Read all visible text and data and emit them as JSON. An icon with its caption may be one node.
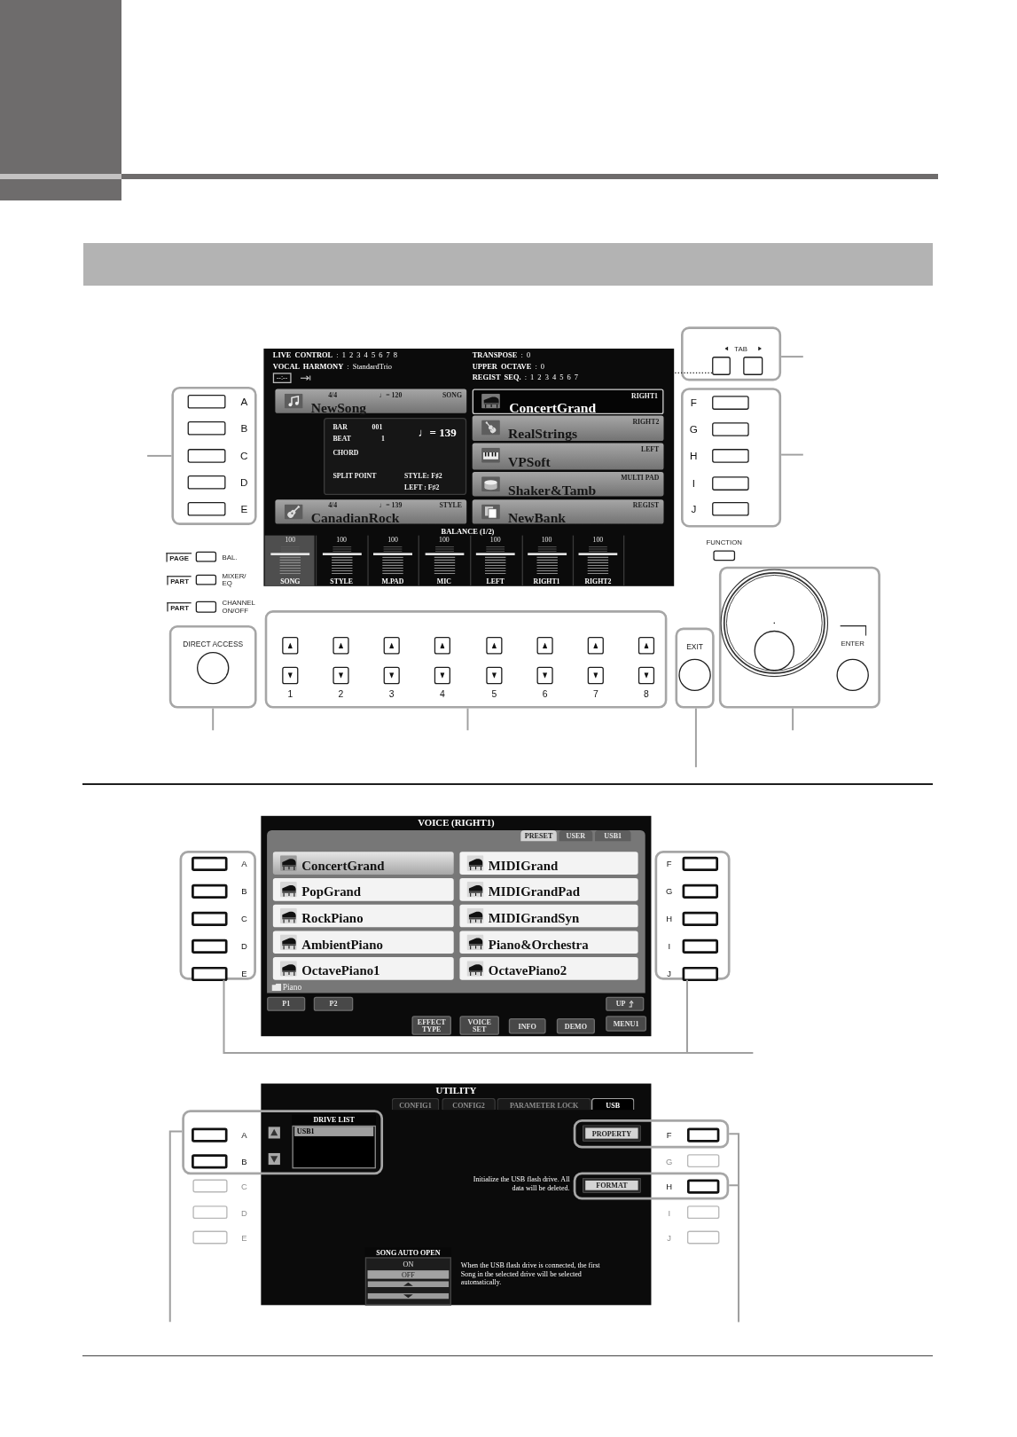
{
  "diagram": {
    "nodes": [
      {
        "text": [],
        "shape": "bar"
      },
      {
        "text": [],
        "shape": "box"
      },
      {
        "text": [
          "4/4",
          "♩= 120",
          "SONG",
          "NewSong"
        ],
        "in": 1
      },
      {
        "text": [
          "BAR",
          "001",
          "BEAT",
          "1",
          "♩= 139",
          "CHORD",
          "SPLIT POINT",
          "STYLE: F♯2",
          "LEFT : F♯2"
        ],
        "in": 1
      },
      {
        "text": [
          "4/4",
          "♩= 139",
          "STYLE",
          "CanadianRock"
        ],
        "in": 1
      },
      {
        "text": [
          "RIGHT1",
          "ConcertGrand"
        ],
        "in": 1
      },
      {
        "text": [
          "RIGHT2",
          "RealStrings"
        ],
        "in": 1
      },
      {
        "text": [
          "LEFT",
          "VPSoft"
        ],
        "in": 1
      },
      {
        "text": [
          "MULTI PAD",
          "Shaker&Tamb"
        ],
        "in": 1
      },
      {
        "text": [
          "REGIST",
          "NewBank"
        ],
        "in": 1
      },
      {
        "text": [],
        "shape": "box"
      },
      {
        "text": [],
        "shape": "box",
        "beside": [
          "A"
        ],
        "in": 10
      },
      {
        "text": [],
        "shape": "box",
        "beside": [
          "B"
        ],
        "in": 10
      },
      {
        "text": [],
        "shape": "box",
        "beside": [
          "C"
        ],
        "in": 10
      },
      {
        "text": [],
        "shape": "box",
        "beside": [
          "D"
        ],
        "in": 10
      },
      {
        "text": [],
        "shape": "box",
        "beside": [
          "E"
        ],
        "in": 10
      },
      {
        "text": [
          "TAB"
        ]
      },
      {
        "text": [],
        "shape": "box",
        "in": 16
      },
      {
        "text": [],
        "shape": "box",
        "in": 16
      },
      {
        "text": [],
        "shape": "box"
      },
      {
        "text": [],
        "shape": "box",
        "beside": [
          "F"
        ],
        "in": 19
      },
      {
        "text": [],
        "shape": "box",
        "beside": [
          "G"
        ],
        "in": 19
      },
      {
        "text": [],
        "shape": "box",
        "beside": [
          "H"
        ],
        "in": 19
      },
      {
        "text": [],
        "shape": "box",
        "beside": [
          "I"
        ],
        "in": 19
      },
      {
        "text": [],
        "shape": "box",
        "beside": [
          "J"
        ],
        "in": 19
      },
      {
        "text": [],
        "shape": "box",
        "beside": [
          "PAGE",
          "BAL."
        ]
      },
      {
        "text": [],
        "shape": "box",
        "beside": [
          "PART",
          "MIXER/ EQ"
        ]
      },
      {
        "text": [],
        "shape": "box",
        "beside": [
          "PART",
          "CHANNEL ON/OFF"
        ]
      },
      {
        "text": [],
        "shape": "box",
        "beside": [
          "FUNCTION"
        ]
      },
      {
        "text": [
          "DIRECT ACCESS"
        ]
      },
      {
        "text": [],
        "shape": "circle",
        "in": 29
      },
      {
        "text": [],
        "shape": "box"
      },
      {
        "text": [],
        "shape": "box",
        "in": 31
      },
      {
        "text": [],
        "shape": "box",
        "in": 31
      },
      {
        "text": [],
        "shape": "box",
        "in": 31
      },
      {
        "text": [],
        "shape": "box",
        "in": 31
      },
      {
        "text": [],
        "shape": "box",
        "in": 31
      },
      {
        "text": [],
        "shape": "box",
        "in": 31
      },
      {
        "text": [],
        "shape": "box",
        "in": 31
      },
      {
        "text": [],
        "shape": "box",
        "in": 31
      },
      {
        "text": [],
        "shape": "box",
        "beside": [
          "1"
        ],
        "in": 31
      },
      {
        "text": [],
        "shape": "box",
        "beside": [
          "2"
        ],
        "in": 31
      },
      {
        "text": [],
        "shape": "box",
        "beside": [
          "3"
        ],
        "in": 31
      },
      {
        "text": [],
        "shape": "box",
        "beside": [
          "4"
        ],
        "in": 31
      },
      {
        "text": [],
        "shape": "box",
        "beside": [
          "5"
        ],
        "in": 31
      },
      {
        "text": [],
        "shape": "box",
        "beside": [
          "6"
        ],
        "in": 31
      },
      {
        "text": [],
        "shape": "box",
        "beside": [
          "7"
        ],
        "in": 31
      },
      {
        "text": [],
        "shape": "box",
        "beside": [
          "8"
        ],
        "in": 31
      },
      {
        "text": [
          "EXIT"
        ]
      },
      {
        "text": [],
        "shape": "circle",
        "in": 48
      },
      {
        "text": [],
        "shape": "box"
      },
      {
        "text": [],
        "shape": "circle",
        "in": 50
      },
      {
        "text": [],
        "shape": "circle",
        "beside": [
          "ENTER"
        ],
        "in": 50
      },
      {
        "text": [],
        "shape": "box"
      },
      {
        "text": [],
        "shape": "box",
        "beside": [
          "A"
        ],
        "in": 53
      },
      {
        "text": [],
        "shape": "box",
        "beside": [
          "B"
        ],
        "in": 53
      },
      {
        "text": [],
        "shape": "box",
        "beside": [
          "C"
        ],
        "in": 53
      },
      {
        "text": [],
        "shape": "box",
        "beside": [
          "D"
        ],
        "in": 53
      },
      {
        "text": [],
        "shape": "box",
        "beside": [
          "E"
        ],
        "in": 53
      },
      {
        "text": [
          "VOICE (RIGHT1)"
        ]
      },
      {
        "text": [
          "PRESET"
        ],
        "in": 59
      },
      {
        "text": [
          "USER"
        ],
        "in": 59
      },
      {
        "text": [
          "USB1"
        ],
        "in": 59
      },
      {
        "text": [
          "ConcertGrand"
        ],
        "in": 59
      },
      {
        "text": [
          "MIDIGrand"
        ],
        "in": 59
      },
      {
        "text": [
          "PopGrand"
        ],
        "in": 59
      },
      {
        "text": [
          "MIDIGrandPad"
        ],
        "in": 59
      },
      {
        "text": [
          "RockPiano"
        ],
        "in": 59
      },
      {
        "text": [
          "MIDIGrandSyn"
        ],
        "in": 59
      },
      {
        "text": [
          "AmbientPiano"
        ],
        "in": 59
      },
      {
        "text": [
          "Piano&Orchestra"
        ],
        "in": 59
      },
      {
        "text": [
          "OctavePiano1"
        ],
        "in": 59
      },
      {
        "text": [
          "OctavePiano2"
        ],
        "in": 59
      },
      {
        "text": [
          "P1"
        ],
        "in": 59
      },
      {
        "text": [
          "P2"
        ],
        "in": 59
      },
      {
        "text": [
          "UP"
        ],
        "in": 59
      },
      {
        "text": [
          "EFFECT TYPE"
        ],
        "in": 59
      },
      {
        "text": [
          "VOICE SET"
        ],
        "in": 59
      },
      {
        "text": [
          "INFO"
        ],
        "in": 59
      },
      {
        "text": [
          "DEMO"
        ],
        "in": 59
      },
      {
        "text": [
          "MENU1"
        ],
        "in": 59
      },
      {
        "text": [],
        "shape": "box"
      },
      {
        "text": [],
        "shape": "box",
        "beside": [
          "F"
        ],
        "in": 81
      },
      {
        "text": [],
        "shape": "box",
        "beside": [
          "G"
        ],
        "in": 81
      },
      {
        "text": [],
        "shape": "box",
        "beside": [
          "H"
        ],
        "in": 81
      },
      {
        "text": [],
        "shape": "box",
        "beside": [
          "I"
        ],
        "in": 81
      },
      {
        "text": [],
        "shape": "box",
        "beside": [
          "J"
        ],
        "in": 81
      },
      {
        "text": [
          "UTILITY"
        ]
      },
      {
        "text": [
          "CONFIG1"
        ],
        "in": 87
      },
      {
        "text": [
          "CONFIG2"
        ],
        "in": 87
      },
      {
        "text": [
          "PARAMETER LOCK"
        ],
        "in": 87
      },
      {
        "text": [
          "USB"
        ],
        "in": 87
      },
      {
        "text": [],
        "shape": "box"
      },
      {
        "text": [],
        "shape": "box",
        "beside": [
          "A"
        ],
        "in": 92
      },
      {
        "text": [],
        "shape": "box",
        "beside": [
          "B"
        ],
        "in": 92
      },
      {
        "text": [
          "DRIVE LIST"
        ]
      },
      {
        "text": [
          "USB1"
        ],
        "in": 95
      },
      {
        "text": [],
        "shape": "box",
        "beside": [
          "C"
        ]
      },
      {
        "text": [],
        "shape": "box",
        "beside": [
          "D"
        ]
      },
      {
        "text": [],
        "shape": "box",
        "beside": [
          "E"
        ]
      },
      {
        "text": [],
        "shape": "box"
      },
      {
        "text": [
          "PROPERTY"
        ]
      },
      {
        "text": [],
        "shape": "box",
        "beside": [
          "F"
        ],
        "in": 100
      },
      {
        "text": [],
        "shape": "box",
        "beside": [
          "G"
        ]
      },
      {
        "text": [],
        "shape": "box"
      },
      {
        "text": [
          "FORMAT"
        ]
      },
      {
        "text": [],
        "shape": "box",
        "beside": [
          "H"
        ],
        "in": 104
      },
      {
        "text": [],
        "shape": "box",
        "beside": [
          "I"
        ]
      },
      {
        "text": [],
        "shape": "box",
        "beside": [
          "J"
        ]
      },
      {
        "text": [
          "SONG AUTO OPEN",
          "ON",
          "OFF"
        ],
        "in": 87
      }
    ],
    "edges": [
      {
        "from": 10,
        "to": null,
        "arrow": "none"
      },
      {
        "from": 16,
        "to": null,
        "arrow": "none"
      },
      {
        "from": 17,
        "to": 1,
        "arrow": "none",
        "style": "dashed",
        "color": "#222222"
      },
      {
        "from": 19,
        "to": null,
        "arrow": "none"
      },
      {
        "from": 29,
        "to": null,
        "arrow": "none"
      },
      {
        "from": 31,
        "to": null,
        "arrow": "none"
      },
      {
        "from": 48,
        "to": null,
        "arrow": "none"
      },
      {
        "from": 50,
        "to": null,
        "arrow": "none"
      },
      {
        "from": 53,
        "to": null,
        "arrow": "none"
      },
      {
        "from": 81,
        "to": null,
        "arrow": "none"
      },
      {
        "from": 92,
        "to": null,
        "arrow": "none"
      },
      {
        "from": 100,
        "to": null,
        "arrow": "none"
      },
      {
        "from": 104,
        "to": null,
        "arrow": "none"
      }
    ],
    "labels": [
      "**LIVE CONTROL** : 1 2 3 4 5 6 7 8",
      "**TRANSPOSE** : 0",
      "**VOCAL HARMONY** : StandardTrio",
      "**UPPER OCTAVE** : 0",
      "--:--",
      "**REGIST SEQ.** : 1 2 3 4 5 6 7",
      "BALANCE (1/2)",
      "100",
      "100",
      "100",
      "100",
      "100",
      "100",
      "100",
      "SONG",
      "STYLE",
      "M.PAD",
      "MIC",
      "LEFT",
      "RIGHT1",
      "RIGHT2",
      "Piano",
      "Initialize the USB flash drive. All data will be deleted.",
      "When the USB flash drive is connected, the first Song in the selected drive will be selected automatically."
    ]
  }
}
